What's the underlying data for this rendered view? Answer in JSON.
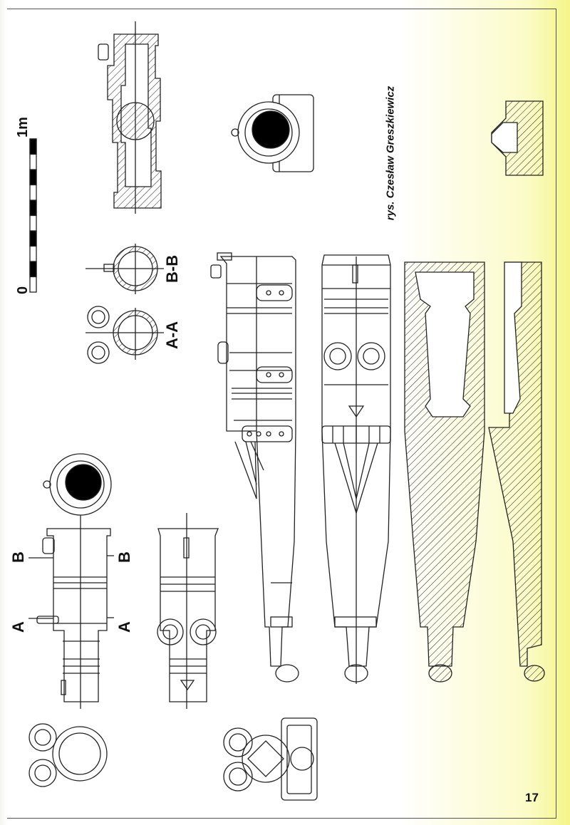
{
  "scale_bar": {
    "start_label": "0",
    "end_label": "1m"
  },
  "section_labels": {
    "aa": "A-A",
    "bb": "B-B",
    "a": "A",
    "b": "B"
  },
  "credit": "rys. Czesław Greszkiewicz",
  "page_number": "17",
  "colors": {
    "line": "#222222",
    "fill_dark": "#000000",
    "page_edge": "#f5f58a"
  }
}
